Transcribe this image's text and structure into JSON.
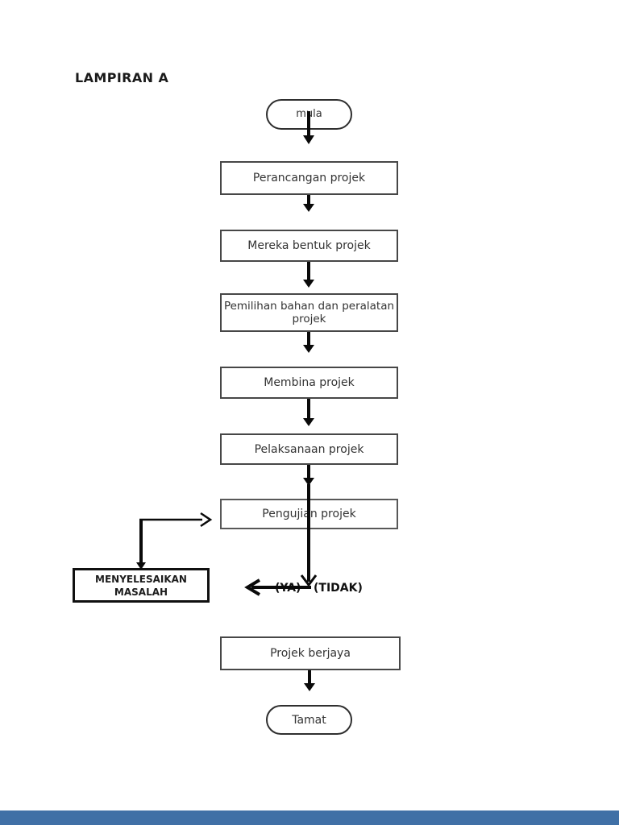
{
  "page": {
    "title": "LAMPIRAN A",
    "footer_bar_color": "#4070a6"
  },
  "flowchart": {
    "nodes": [
      {
        "id": "start",
        "type": "terminator",
        "label": "mula"
      },
      {
        "id": "n1",
        "type": "process",
        "label": "Perancangan projek"
      },
      {
        "id": "n2",
        "type": "process",
        "label": "Mereka bentuk projek"
      },
      {
        "id": "n3",
        "type": "process",
        "label": "Pemilihan bahan dan peralatan\nprojek"
      },
      {
        "id": "n4",
        "type": "process",
        "label": "Membina projek"
      },
      {
        "id": "n5",
        "type": "process",
        "label": "Pelaksanaan projek"
      },
      {
        "id": "n6",
        "type": "process",
        "label": "Pengujian projek"
      },
      {
        "id": "problem",
        "type": "process",
        "label": "MENYELESAIKAN MASALAH"
      },
      {
        "id": "n7",
        "type": "process",
        "label": "Projek berjaya"
      },
      {
        "id": "end",
        "type": "terminator",
        "label": "Tamat"
      }
    ],
    "branch_labels": {
      "ya": "(YA)",
      "tidak": "(TIDAK)"
    },
    "edges": [
      {
        "from": "start",
        "to": "n1"
      },
      {
        "from": "n1",
        "to": "n2"
      },
      {
        "from": "n2",
        "to": "n3"
      },
      {
        "from": "n3",
        "to": "n4"
      },
      {
        "from": "n4",
        "to": "n5"
      },
      {
        "from": "n5",
        "to": "n6"
      },
      {
        "from": "n6",
        "to": "branch",
        "label": "(YA) / (TIDAK)"
      },
      {
        "from": "branch",
        "to": "problem",
        "label": "(YA)"
      },
      {
        "from": "problem",
        "to": "n6"
      },
      {
        "from": "branch",
        "to": "n7",
        "label": "(TIDAK)"
      },
      {
        "from": "n7",
        "to": "end"
      }
    ],
    "line_color": "#0a0a0a"
  }
}
